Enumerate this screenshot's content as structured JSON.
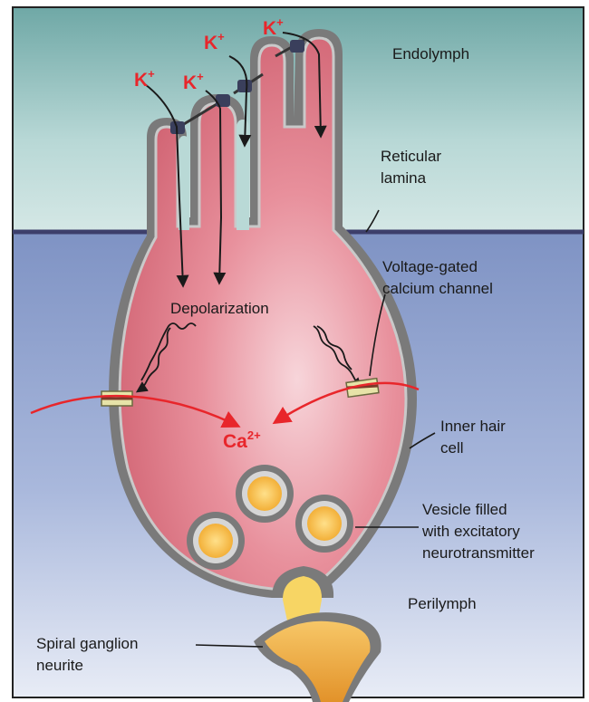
{
  "regions": {
    "endolymph": "Endolymph",
    "reticular_lamina_line1": "Reticular",
    "reticular_lamina_line2": "lamina",
    "perilymph": "Perilymph"
  },
  "labels": {
    "voltage_gated_line1": "Voltage-gated",
    "voltage_gated_line2": "calcium channel",
    "depolarization": "Depolarization",
    "inner_hair_cell_line1": "Inner hair",
    "inner_hair_cell_line2": "cell",
    "vesicle_line1": "Vesicle filled",
    "vesicle_line2": "with excitatory",
    "vesicle_line3": "neurotransmitter",
    "spiral_line1": "Spiral ganglion",
    "spiral_line2": "neurite"
  },
  "ions": {
    "potassium": "K",
    "potassium_charge": "+",
    "calcium": "Ca",
    "calcium_charge": "2+"
  },
  "colors": {
    "endolymph_bg": "#b9d9d6",
    "perilymph_bg": "#93a6cf",
    "cell_fill": "#d96b78",
    "membrane": "#6f6f6f",
    "ion_red": "#e8262b",
    "vesicle_core": "#f5b43a"
  }
}
